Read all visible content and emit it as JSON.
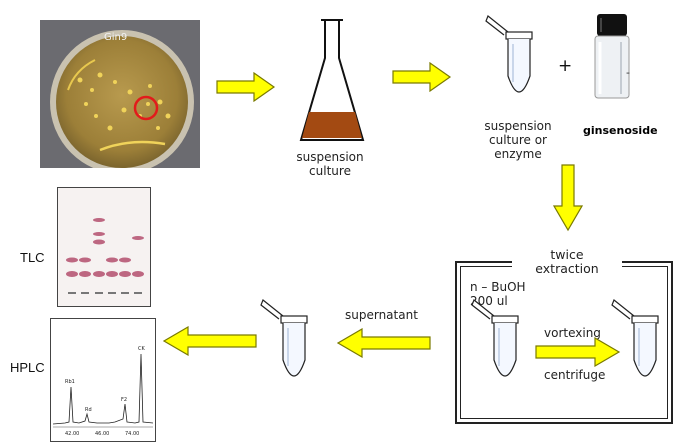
{
  "plate": {
    "label": "Gin9"
  },
  "flask": {
    "caption_line1": "suspension",
    "caption_line2": "culture"
  },
  "tube_stage": {
    "caption_line1": "suspension",
    "caption_line2": "culture or",
    "caption_line3": "enzyme",
    "plus": "+",
    "vial_label": "ginsenoside"
  },
  "extraction": {
    "title_line1": "twice",
    "title_line2": "extraction",
    "solvent_line1": "n – BuOH",
    "solvent_line2": "200 ul",
    "step1": "vortexing",
    "step2": "centrifuge"
  },
  "supernatant": {
    "label": "supernatant"
  },
  "analysis": {
    "tlc_label": "TLC",
    "hplc_label": "HPLC",
    "hplc_peaks": [
      "Rb1",
      "Rd",
      "F2",
      "CK"
    ],
    "hplc_axis": [
      "42.00",
      "46.00",
      "74.00"
    ]
  },
  "colors": {
    "arrow_fill": "#ffff00",
    "arrow_stroke": "#7a7a00",
    "culture_liquid": "#a34a12"
  }
}
